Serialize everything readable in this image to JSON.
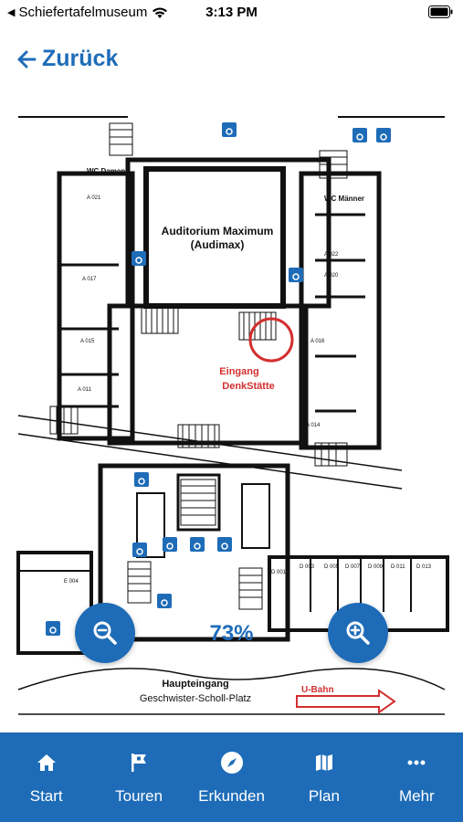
{
  "status_bar": {
    "back_app": "Schiefertafelmuseum",
    "time": "3:13 PM"
  },
  "nav": {
    "back_label": "Zurück"
  },
  "map": {
    "labels": {
      "auditorium_line1": "Auditorium Maximum",
      "auditorium_line2": "(Audimax)",
      "wc_damen": "WC Damen",
      "wc_maenner": "WC Männer",
      "entrance_line1": "Eingang",
      "entrance_line2": "DenkStätte",
      "main_entrance": "Haupteingang",
      "square": "Geschwister-Scholl-Platz",
      "ubahn": "U-Bahn",
      "rooms": [
        "A 021",
        "A 017",
        "A 015",
        "A 011",
        "A 022",
        "A 020",
        "A 016",
        "A 014",
        "E 004",
        "D 001",
        "D 003",
        "D 005",
        "D 007",
        "D 009",
        "D 011",
        "D 013"
      ]
    },
    "zoom_level": "73%"
  },
  "tabs": [
    {
      "label": "Start",
      "icon": "home-icon"
    },
    {
      "label": "Touren",
      "icon": "flag-icon"
    },
    {
      "label": "Erkunden",
      "icon": "compass-icon"
    },
    {
      "label": "Plan",
      "icon": "map-icon"
    },
    {
      "label": "Mehr",
      "icon": "more-icon"
    }
  ],
  "colors": {
    "accent": "#1e6cb8",
    "highlight": "#d32f2f",
    "wall": "#111111"
  }
}
